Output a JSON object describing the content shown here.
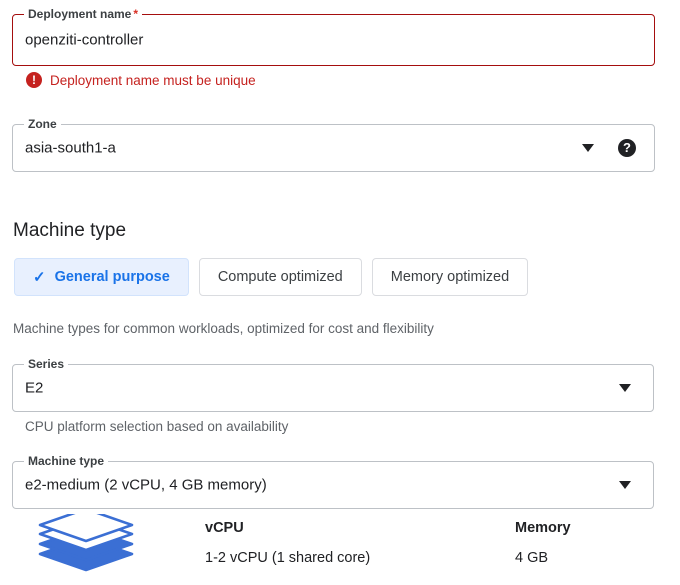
{
  "deployment_name": {
    "label": "Deployment name",
    "required_marker": "*",
    "value": "openziti-controller",
    "error": "Deployment name must be unique",
    "error_icon": "error-exclamation-icon",
    "border_color": "#a50e0e",
    "error_color": "#c5221f"
  },
  "zone": {
    "label": "Zone",
    "value": "asia-south1-a",
    "caret_icon": "chevron-down-icon",
    "help_icon": "help-question-icon"
  },
  "machine_type_section": {
    "title": "Machine type",
    "tabs": [
      {
        "label": "General purpose",
        "selected": true,
        "check_icon": "check-icon"
      },
      {
        "label": "Compute optimized",
        "selected": false
      },
      {
        "label": "Memory optimized",
        "selected": false
      }
    ],
    "helper": "Machine types for common workloads, optimized for cost and flexibility",
    "selected_tab_bg": "#e8f0fe",
    "selected_tab_fg": "#1a73e8"
  },
  "series": {
    "label": "Series",
    "value": "E2",
    "helper": "CPU platform selection based on availability",
    "caret_icon": "chevron-down-icon"
  },
  "machine_type": {
    "label": "Machine type",
    "value": "e2-medium (2 vCPU, 4 GB memory)",
    "caret_icon": "chevron-down-icon"
  },
  "specs": {
    "icon": "layers-stack-icon",
    "icon_color": "#3b6fd4",
    "columns": [
      {
        "header": "vCPU",
        "value": "1-2 vCPU (1 shared core)"
      },
      {
        "header": "Memory",
        "value": "4 GB"
      }
    ]
  }
}
